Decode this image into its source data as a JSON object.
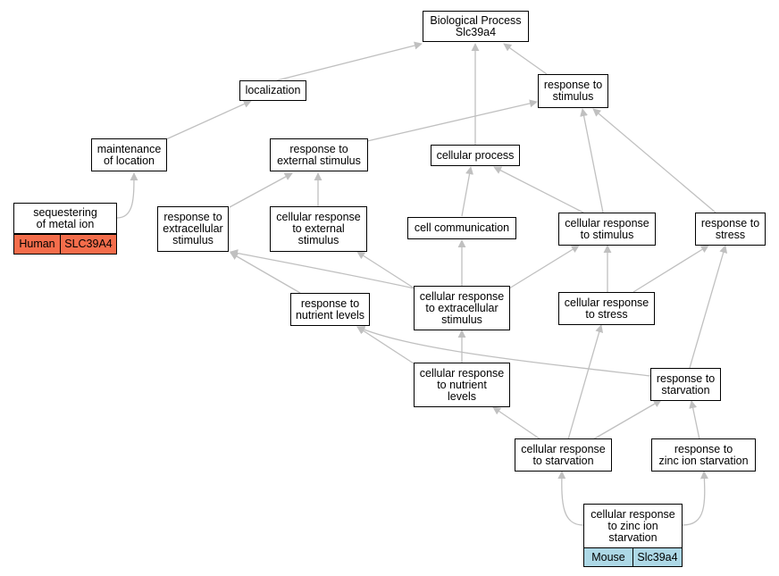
{
  "nodes": {
    "bp": "Biological Process\nSlc39a4",
    "localization": "localization",
    "resp_stimulus": "response to\nstimulus",
    "maintenance": "maintenance\nof location",
    "resp_external": "response to\nexternal stimulus",
    "cellular_process": "cellular process",
    "sequestering": "sequestering\nof metal ion",
    "resp_extracellular": "response to\nextracellular\nstimulus",
    "cell_resp_external": "cellular response\nto external\nstimulus",
    "cell_communication": "cell communication",
    "cell_resp_stimulus": "cellular response\nto stimulus",
    "resp_stress": "response to\nstress",
    "resp_nutrient": "response to\nnutrient levels",
    "cell_resp_extracellular": "cellular response\nto extracellular\nstimulus",
    "cell_resp_stress": "cellular response\nto stress",
    "cell_resp_nutrient": "cellular response\nto nutrient\nlevels",
    "resp_starvation": "response to\nstarvation",
    "cell_resp_starvation": "cellular response\nto starvation",
    "resp_zinc_starvation": "response to\nzinc ion starvation",
    "cell_resp_zinc_starvation": "cellular response\nto zinc ion\nstarvation"
  },
  "annotations": {
    "human": {
      "species": "Human",
      "gene": "SLC39A4",
      "color": "#f46d4b"
    },
    "mouse": {
      "species": "Mouse",
      "gene": "Slc39a4",
      "color": "#add8e6"
    }
  },
  "edge_color": "#c0c0c0"
}
